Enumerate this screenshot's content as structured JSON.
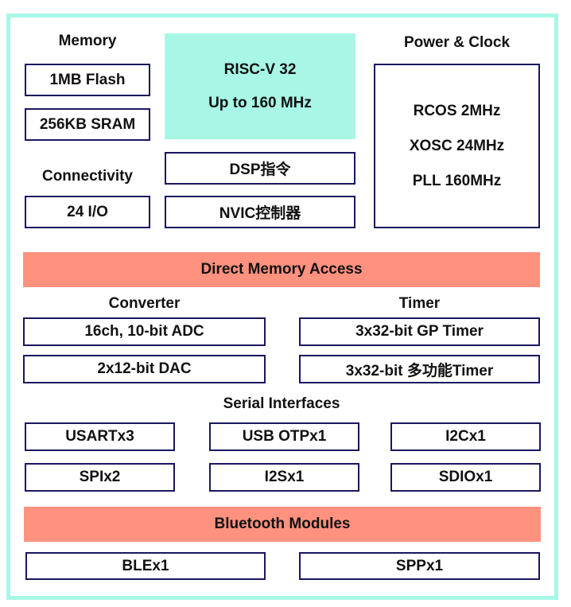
{
  "memory": {
    "title": "Memory",
    "items": [
      "1MB Flash",
      "256KB SRAM"
    ]
  },
  "connectivity": {
    "title": "Connectivity",
    "items": [
      "24 I/O"
    ]
  },
  "cpu": {
    "line1": "RISC-V 32",
    "line2": "Up to 160 MHz",
    "extras": [
      "DSP指令",
      "NVIC控制器"
    ]
  },
  "power_clock": {
    "title": "Power & Clock",
    "items": [
      "RCOS 2MHz",
      "XOSC 24MHz",
      "PLL 160MHz"
    ]
  },
  "dma": {
    "label": "Direct Memory Access"
  },
  "converter": {
    "title": "Converter",
    "items": [
      "16ch, 10-bit ADC",
      "2x12-bit DAC"
    ]
  },
  "timer": {
    "title": "Timer",
    "items": [
      "3x32-bit GP Timer",
      "3x32-bit 多功能Timer"
    ]
  },
  "serial": {
    "title": "Serial Interfaces",
    "items": [
      "USARTx3",
      "USB OTPx1",
      "I2Cx1",
      "SPIx2",
      "I2Sx1",
      "SDIOx1"
    ]
  },
  "bluetooth": {
    "label": "Bluetooth Modules",
    "items": [
      "BLEx1",
      "SPPx1"
    ]
  },
  "colors": {
    "frame": "#a8f7e6",
    "cpu_fill": "#a8f7e6",
    "band_fill": "#ff917f",
    "box_border": "#1a1660"
  }
}
